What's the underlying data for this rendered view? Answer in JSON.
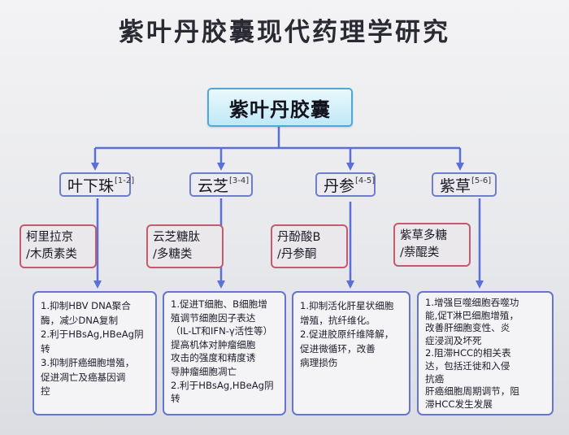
{
  "title": "紫叶丹胶囊现代药理学研究",
  "root": "紫叶丹胶囊",
  "herbs": [
    {
      "name": "叶下珠",
      "ref": "[1-2]"
    },
    {
      "name": "云芝",
      "ref": "[3-4]"
    },
    {
      "name": "丹参",
      "ref": "[4-5]"
    },
    {
      "name": "紫草",
      "ref": "[5-6]"
    }
  ],
  "components": [
    {
      "line1": "柯里拉京",
      "line2": "/木质素类"
    },
    {
      "line1": "云芝糖肽",
      "line2": "/多糖类"
    },
    {
      "line1": "丹酚酸B",
      "line2": "/丹参酮"
    },
    {
      "line1": "紫草多糖",
      "line2": "/萘醌类"
    }
  ],
  "effects": [
    [
      "1.抑制HBV DNA聚合",
      "酶，减少DNA复制",
      "2.利于HBsAg,HBeAg阴",
      "转",
      "3.抑制肝癌细胞增殖，",
      "促进凋亡及癌基因调",
      "控"
    ],
    [
      "1.促进T细胞、B细胞增",
      "殖调节细胞因子表达",
      "（IL-LT和IFN-γ活性等）",
      "提高机体对肿瘤细胞",
      "攻击的强度和精度诱",
      "导肿瘤细胞凋亡",
      "2.利于HBsAg,HBeAg阴",
      "转"
    ],
    [
      "1.抑制活化肝星状细胞",
      "增殖，抗纤维化。",
      "2.促进胶原纤维降解，",
      "促进微循环，改善",
      "病理损伤"
    ],
    [
      "1.增强巨噬细胞吞噬功",
      "能,促T淋巴细胞增殖，",
      "改善肝细胞变性、炎",
      "症浸润及坏死",
      "2.阻滞HCC的相关表",
      "达，包括迁徙和入侵",
      "抗癌",
      "肝癌细胞周期调节，阻",
      "滞HCC发生发展"
    ]
  ],
  "colors": {
    "arrow": "#5b6fd6",
    "herb_border": "#6f7dcc",
    "component_border": "#c45a6f",
    "root_border": "#4fa9d6"
  }
}
